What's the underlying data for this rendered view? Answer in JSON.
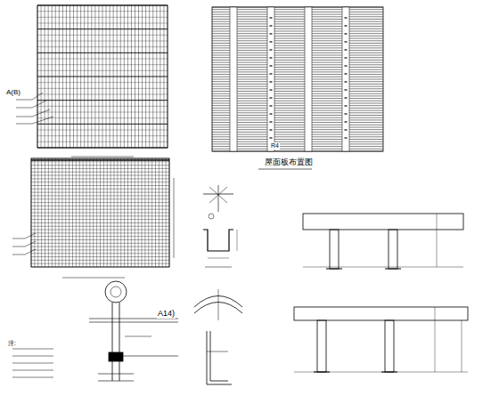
{
  "diagram": {
    "labels": [
      "A(B)",
      "R4",
      "屋面板布置图",
      "A14)",
      "注:"
    ]
  }
}
